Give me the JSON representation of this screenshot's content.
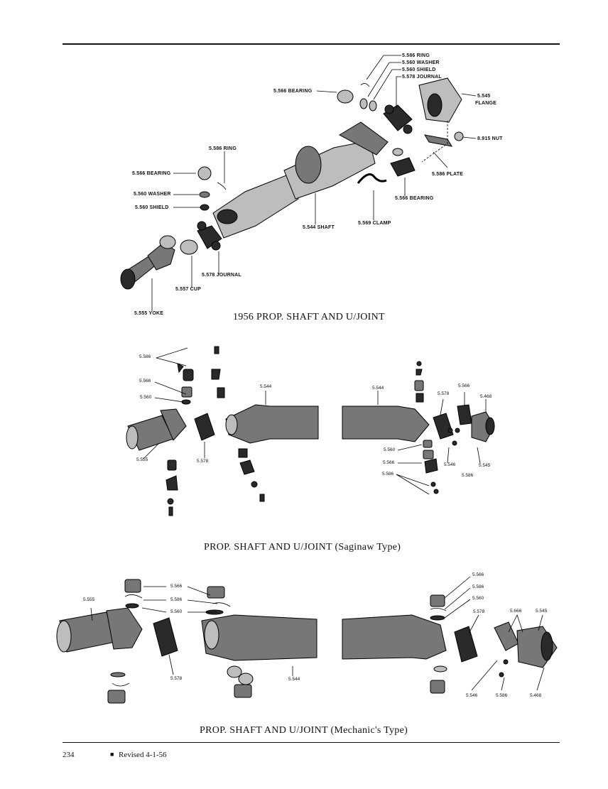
{
  "header": {
    "rule": true
  },
  "figure1": {
    "caption": "1956 PROP. SHAFT AND U/JOINT",
    "labels": {
      "ring_top": "5.586 RING",
      "washer_top": "5.560 WASHER",
      "shield_top": "5.560 SHIELD",
      "journal_top": "5.578 JOURNAL",
      "bearing_top": "5.566 BEARING",
      "flange": "5.545",
      "flange_word": "FLANGE",
      "nut": "8.915 NUT",
      "plate": "5.586 PLATE",
      "bearing_right": "5.566 BEARING",
      "clamp": "5.569 CLAMP",
      "shaft": "5.544 SHAFT",
      "ring_left": "5.586 RING",
      "bearing_left": "5.566 BEARING",
      "washer_left": "5.560 WASHER",
      "shield_left": "5.560 SHIELD",
      "journal_left": "5.578 JOURNAL",
      "cup": "5.557 CUP",
      "yoke": "5.555 YOKE"
    }
  },
  "figure2": {
    "caption": "PROP. SHAFT AND U/JOINT (Saginaw Type)",
    "labels": {
      "l_586": "5.586",
      "l_566": "5.566",
      "l_560": "5.560",
      "l_555": "5.555",
      "l_578": "5.578",
      "l_544a": "5.544",
      "l_544b": "5.544",
      "r_566": "5.566",
      "r_578": "5.578",
      "r_468": "5.468",
      "r_560": "5.560",
      "r_566b": "5.566",
      "r_586": "5.586",
      "r_546": "5.546",
      "r_545": "5.545",
      "r_586b": "5.586"
    }
  },
  "figure3": {
    "caption": "PROP. SHAFT AND U/JOINT (Mechanic's Type)",
    "labels": {
      "l_555": "5.555",
      "l_566": "5.566",
      "l_586": "5.586",
      "l_560": "5.560",
      "l_578": "5.578",
      "l_544": "5.544",
      "r_566": "5.566",
      "r_586": "5.586",
      "r_560": "5.560",
      "r_578": "5.578",
      "r_666": "5.666",
      "r_545": "5.545",
      "r_546": "5.546",
      "r_586b": "5.586",
      "r_468": "5.468"
    }
  },
  "footer": {
    "page_number": "234",
    "revised": "Revised 4-1-56",
    "bullet": "■"
  }
}
